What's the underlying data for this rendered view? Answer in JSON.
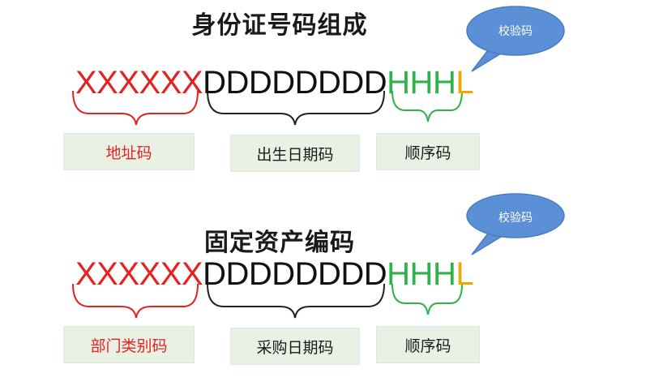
{
  "panels": [
    {
      "title": "身份证号码组成",
      "code": {
        "x": "XXXXXX",
        "d": "DDDDDDDD",
        "h": "HHH",
        "l": "L"
      },
      "labels": {
        "x": "地址码",
        "d": "出生日期码",
        "h": "顺序码"
      },
      "bubble": "校验码"
    },
    {
      "title": "固定资产编码",
      "code": {
        "x": "XXXXXX",
        "d": "DDDDDDDD",
        "h": "HHH",
        "l": "L"
      },
      "labels": {
        "x": "部门类别码",
        "d": "采购日期码",
        "h": "顺序码"
      },
      "bubble": "校验码"
    }
  ],
  "colors": {
    "x_segment": "#e52222",
    "d_segment": "#111111",
    "h_segment": "#2eb24a",
    "l_segment": "#f0a800",
    "label_box_bg": "#e9f1e4",
    "bubble_fill": "#5b8fd6"
  }
}
